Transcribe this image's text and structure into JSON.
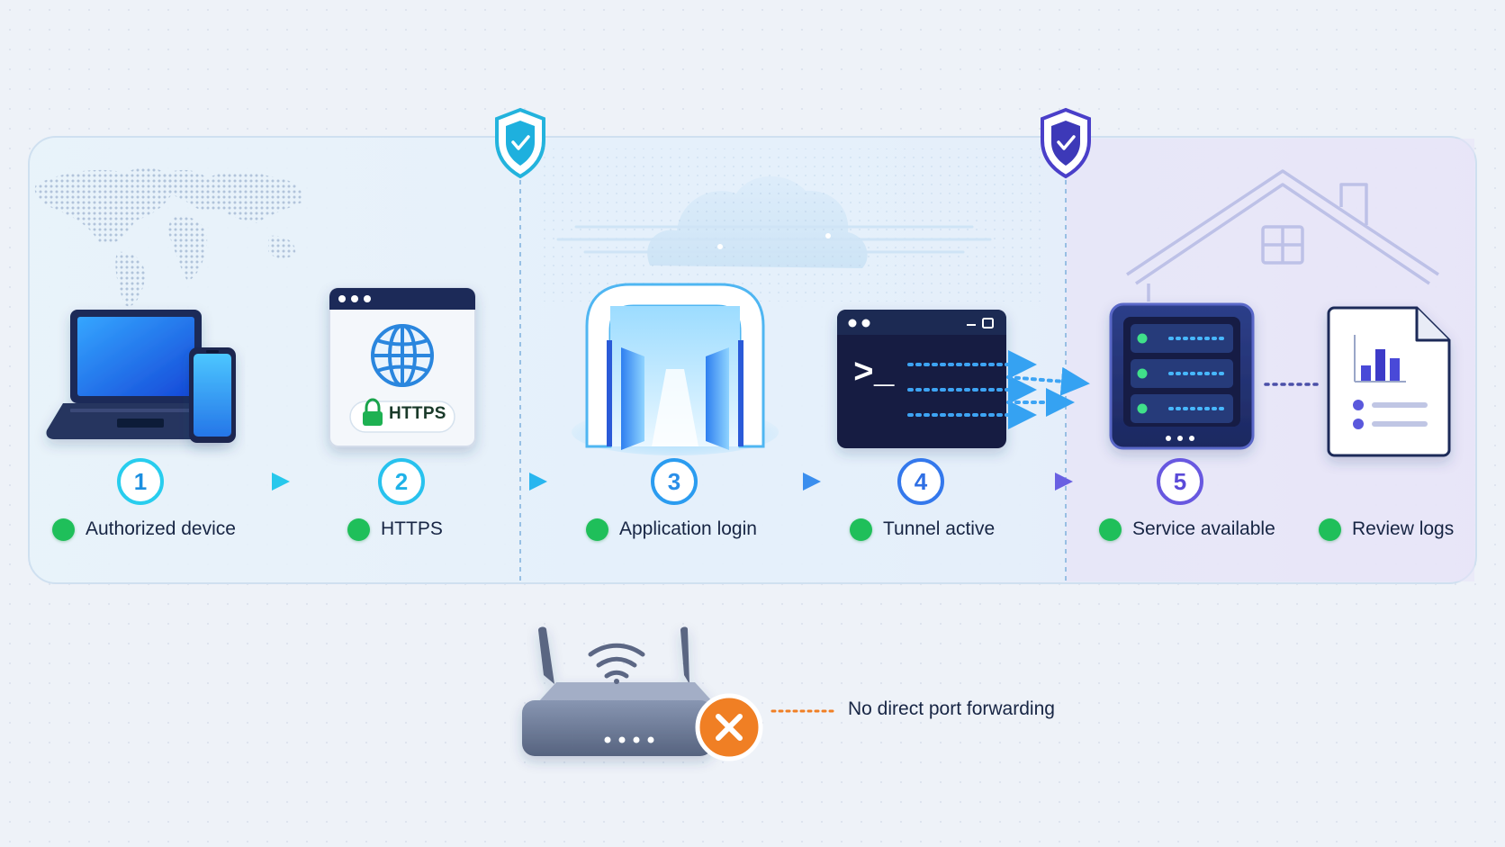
{
  "steps": [
    {
      "number": "1",
      "label": "Authorized device"
    },
    {
      "number": "2",
      "label": "HTTPS"
    },
    {
      "number": "3",
      "label": "Application login"
    },
    {
      "number": "4",
      "label": "Tunnel active"
    },
    {
      "number": "5",
      "label": "Service available"
    }
  ],
  "extra_step": {
    "label": "Review logs"
  },
  "https_badge": "HTTPS",
  "terminal_prompt": ">_",
  "router": {
    "note": "No direct port forwarding"
  },
  "icons": [
    "world-map-icon",
    "laptop-icon",
    "phone-icon",
    "browser-window-icon",
    "globe-icon",
    "lock-icon",
    "cloud-icon",
    "gateway-door-icon",
    "terminal-icon",
    "house-icon",
    "server-rack-icon",
    "report-document-icon",
    "shield-check-icon",
    "router-icon",
    "wifi-icon",
    "blocked-x-icon"
  ],
  "colors": {
    "status_dot": "#1fbf5a",
    "step_accent": "#1b8fe0",
    "flow_cyan": "#27c4ea",
    "flow_purple": "#6b5ae0",
    "blocked": "#f07f24",
    "text": "#172544"
  }
}
